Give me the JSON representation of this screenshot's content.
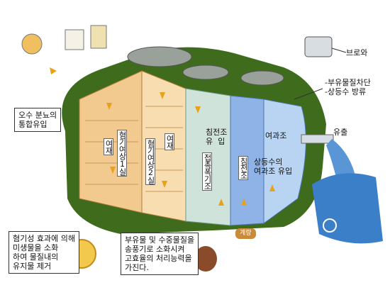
{
  "labels": {
    "blower": "브로와",
    "discharge": "-부유물질차단\n-상등수 방류",
    "inflow_sewage": "오수 분뇨의\n통합유입",
    "outflow": "유출",
    "filter_media": "여재",
    "anaerobic_1": "혐기여상1실",
    "anaerobic_2": "혐기여상2실",
    "filter_media_2": "여재",
    "contact_aeration": "접촉폭기조",
    "settling_inflow": "침전조\n유  입",
    "settling_tank": "침전조",
    "filtration_tank": "여과조",
    "supernatant_inflow": "상등수의\n여과조 유입",
    "anaerobic_note": "혐기성 효과에 의해\n미생물을 소화\n하여 물질내의\n유지물 제거",
    "suspended_note": "부유물 및 수중물질을\n송풍기로 소화시켜\n고효율의 처리능력을\n가진다.",
    "bottom_tag": "계량"
  },
  "colors": {
    "tank_green": "#3f6b1c",
    "chamber_1": "#f2c98f",
    "chamber_2": "#f7ddb0",
    "aeration": "#cfe3da",
    "settling": "#8fb3e6",
    "filtration": "#b9d4f2",
    "arrow": "#e8a21a"
  }
}
